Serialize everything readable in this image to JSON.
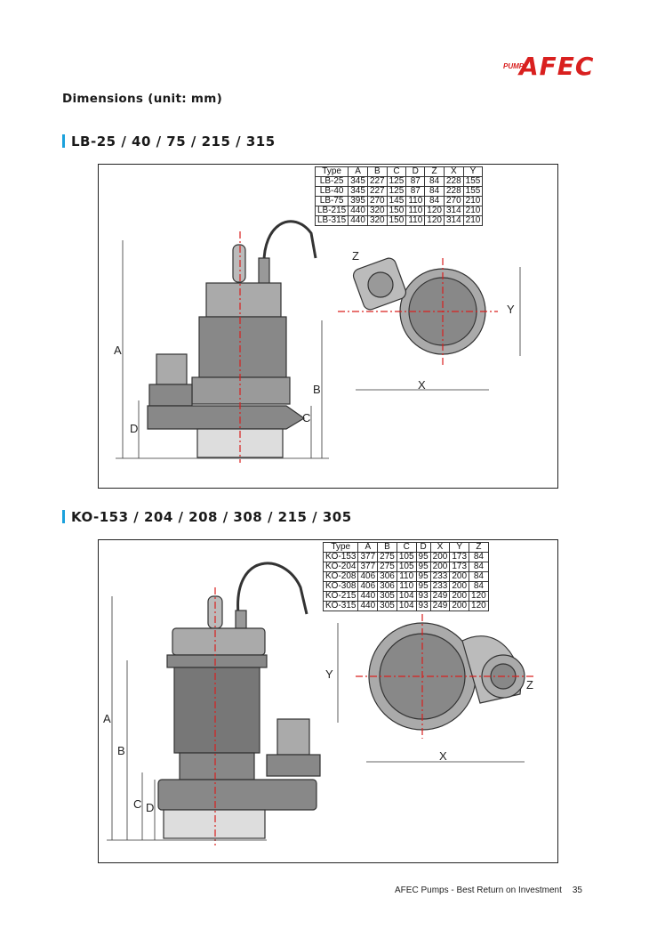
{
  "brand": {
    "logo_text": "AFEC",
    "logo_sub": "PUMP",
    "color": "#d9201f"
  },
  "heading": "Dimensions (unit: mm)",
  "accent_color": "#1ba1dc",
  "sections": [
    {
      "title": "LB-25 / 40 / 75 / 215 / 315",
      "table": {
        "headers": [
          "Type",
          "A",
          "B",
          "C",
          "D",
          "Z",
          "X",
          "Y"
        ],
        "rows": [
          [
            "LB-25",
            "345",
            "227",
            "125",
            "87",
            "84",
            "228",
            "155"
          ],
          [
            "LB-40",
            "345",
            "227",
            "125",
            "87",
            "84",
            "228",
            "155"
          ],
          [
            "LB-75",
            "395",
            "270",
            "145",
            "110",
            "84",
            "270",
            "210"
          ],
          [
            "LB-215",
            "440",
            "320",
            "150",
            "110",
            "120",
            "314",
            "210"
          ],
          [
            "LB-315",
            "440",
            "320",
            "150",
            "110",
            "120",
            "314",
            "210"
          ]
        ]
      },
      "labels": {
        "a": "A",
        "b": "B",
        "c": "C",
        "d": "D",
        "x": "X",
        "y": "Y",
        "z": "Z"
      }
    },
    {
      "title": "KO-153 / 204 / 208 / 308 / 215 / 305",
      "table": {
        "headers": [
          "Type",
          "A",
          "B",
          "C",
          "D",
          "X",
          "Y",
          "Z"
        ],
        "rows": [
          [
            "KO-153",
            "377",
            "275",
            "105",
            "95",
            "200",
            "173",
            "84"
          ],
          [
            "KO-204",
            "377",
            "275",
            "105",
            "95",
            "200",
            "173",
            "84"
          ],
          [
            "KO-208",
            "406",
            "306",
            "110",
            "95",
            "233",
            "200",
            "84"
          ],
          [
            "KO-308",
            "406",
            "306",
            "110",
            "95",
            "233",
            "200",
            "84"
          ],
          [
            "KO-215",
            "440",
            "305",
            "104",
            "93",
            "249",
            "200",
            "120"
          ],
          [
            "KO-315",
            "440",
            "305",
            "104",
            "93",
            "249",
            "200",
            "120"
          ]
        ]
      },
      "labels": {
        "a": "A",
        "b": "B",
        "c": "C",
        "d": "D",
        "x": "X",
        "y": "Y",
        "z": "Z"
      }
    }
  ],
  "footer": {
    "text": "AFEC Pumps - Best Return on Investment",
    "page": "35"
  }
}
